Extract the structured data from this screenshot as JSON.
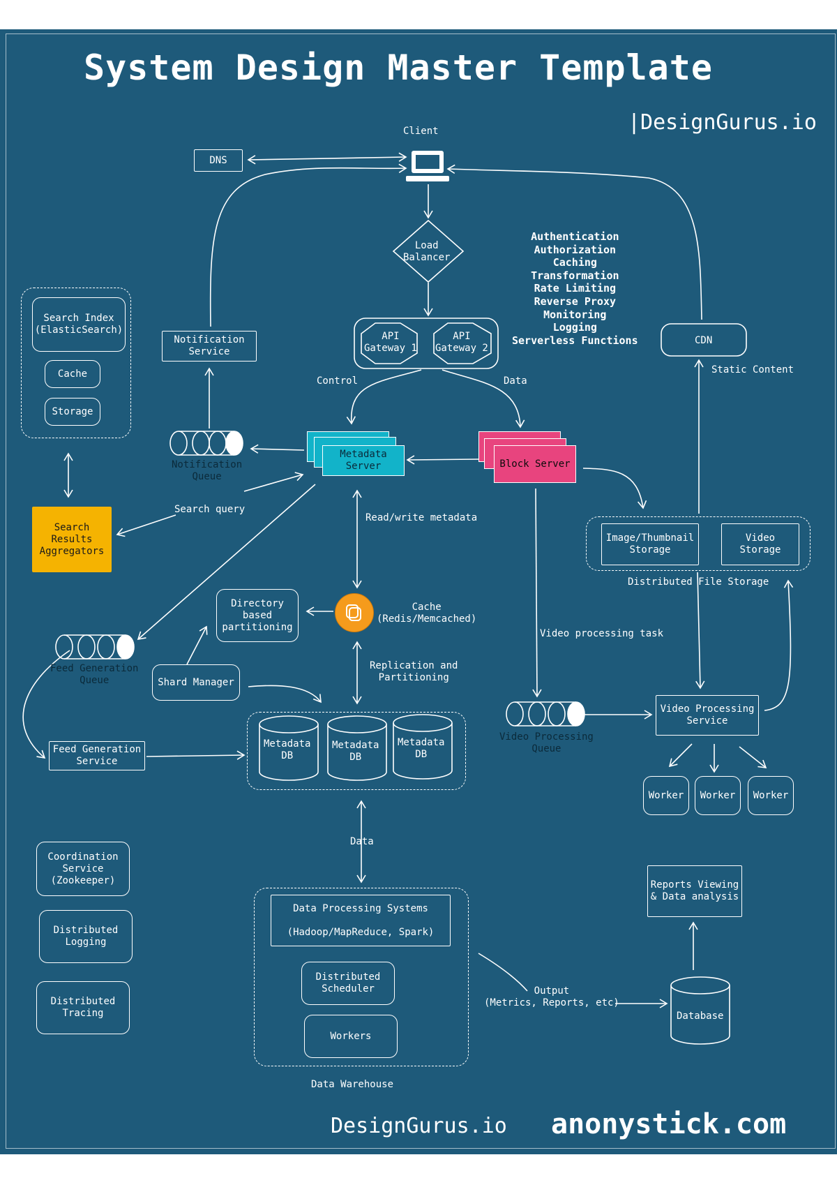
{
  "title": "System Design Master Template",
  "brand_top": "|DesignGurus.io",
  "brand_bottom": "DesignGurus.io",
  "watermark": "anonystick.com",
  "colors": {
    "background": "#1e5a7a",
    "line": "#ffffff",
    "metadata_server": "#12b3c9",
    "block_server": "#e8447e",
    "search_results": "#f5b301",
    "cache": "#f59b1c"
  },
  "nodes": {
    "client": "Client",
    "dns": "DNS",
    "load_balancer": "Load\nBalancer",
    "api_gateway_1": "API\nGateway 1",
    "api_gateway_2": "API\nGateway 2",
    "gateway_functions": "Authentication\nAuthorization\nCaching\nTransformation\nRate Limiting\nReverse Proxy\nMonitoring\nLogging\nServerless Functions",
    "cdn": "CDN",
    "static_content": "Static Content",
    "notification_service": "Notification\nService",
    "search_index": "Search Index\n(ElasticSearch)",
    "cache_small": "Cache",
    "storage": "Storage",
    "notification_queue": "Notification\nQueue",
    "metadata_server": "Metadata\nServer",
    "block_server": "Block Server",
    "search_results": "Search\nResults\nAggregators",
    "image_storage": "Image/Thumbnail\nStorage",
    "video_storage": "Video\nStorage",
    "distributed_file_storage": "Distributed File Storage",
    "directory_partitioning": "Directory\nbased\npartitioning",
    "cache_redis": "Cache\n(Redis/Memcached)",
    "feed_queue": "Feed Generation\nQueue",
    "shard_manager": "Shard Manager",
    "video_processing_queue": "Video Processing\nQueue",
    "video_processing_service": "Video Processing\nService",
    "worker_1": "Worker",
    "worker_2": "Worker",
    "worker_3": "Worker",
    "feed_service": "Feed Generation\nService",
    "metadata_db_1": "Metadata\nDB",
    "metadata_db_2": "Metadata\nDB",
    "metadata_db_3": "Metadata\nDB",
    "coordination": "Coordination\nService\n(Zookeeper)",
    "dist_logging": "Distributed\nLogging",
    "dist_tracing": "Distributed\nTracing",
    "data_processing": "Data Processing Systems\n\n(Hadoop/MapReduce, Spark)",
    "dist_scheduler": "Distributed\nScheduler",
    "workers": "Workers",
    "data_warehouse": "Data Warehouse",
    "reports": "Reports Viewing\n& Data analysis",
    "database": "Database"
  },
  "edge_labels": {
    "control": "Control",
    "data": "Data",
    "search_query": "Search query",
    "read_write": "Read/write metadata",
    "video_task": "Video processing task",
    "replication": "Replication and\nPartitioning",
    "data_bottom": "Data",
    "output": "Output\n(Metrics, Reports, etc)"
  }
}
